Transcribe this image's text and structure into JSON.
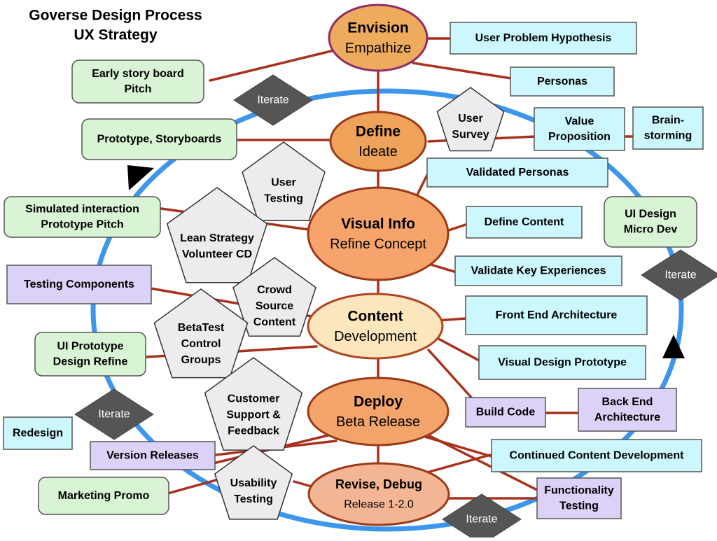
{
  "title": [
    "Goverse Design Process",
    "UX Strategy"
  ],
  "colors": {
    "link": "#a8321e",
    "ring": "#3c96eb",
    "cyan": "#ccf7fd",
    "green": "#d8f4d4",
    "purple": "#dcd1f6",
    "pentagon": "#eeebef",
    "iterate": "#555555"
  },
  "stages": [
    {
      "name": "Envision",
      "sub": "Empathize"
    },
    {
      "name": "Define",
      "sub": "Ideate"
    },
    {
      "name": "Visual Info",
      "sub": "Refine Concept"
    },
    {
      "name": "Content",
      "sub": "Development"
    },
    {
      "name": "Deploy",
      "sub": "Beta Release"
    },
    {
      "name": "Revise, Debug",
      "sub": "Release 1-2.0"
    }
  ],
  "boxes": [
    {
      "lines": [
        "User Problem Hypothesis"
      ]
    },
    {
      "lines": [
        "Personas"
      ]
    },
    {
      "lines": [
        "Value",
        "Proposition"
      ]
    },
    {
      "lines": [
        "Brain-",
        "storming"
      ]
    },
    {
      "lines": [
        "Validated Personas"
      ]
    },
    {
      "lines": [
        "Define Content"
      ]
    },
    {
      "lines": [
        "Validate Key Experiences"
      ]
    },
    {
      "lines": [
        "Front End Architecture"
      ]
    },
    {
      "lines": [
        "Visual Design Prototype"
      ]
    },
    {
      "lines": [
        "Back End",
        "Architecture"
      ]
    },
    {
      "lines": [
        "Build Code"
      ]
    },
    {
      "lines": [
        "Continued Content Development"
      ]
    },
    {
      "lines": [
        "Functionality",
        "Testing"
      ]
    },
    {
      "lines": [
        "Early story board",
        "Pitch"
      ]
    },
    {
      "lines": [
        "Prototype, Storyboards"
      ]
    },
    {
      "lines": [
        "Simulated interaction",
        "Prototype Pitch"
      ]
    },
    {
      "lines": [
        "Testing Components"
      ]
    },
    {
      "lines": [
        "UI Prototype",
        "Design Refine"
      ]
    },
    {
      "lines": [
        "Redesign"
      ]
    },
    {
      "lines": [
        "Version Releases"
      ]
    },
    {
      "lines": [
        "Marketing Promo"
      ]
    },
    {
      "lines": [
        "UI Design",
        "Micro Dev"
      ]
    }
  ],
  "pentagons": [
    {
      "lines": [
        "User",
        "Survey"
      ]
    },
    {
      "lines": [
        "User",
        "Testing"
      ]
    },
    {
      "lines": [
        "Lean Strategy",
        "Volunteer CD"
      ]
    },
    {
      "lines": [
        "Crowd",
        "Source",
        "Content"
      ]
    },
    {
      "lines": [
        "BetaTest",
        "Control",
        "Groups"
      ]
    },
    {
      "lines": [
        "Customer",
        "Support &",
        "Feedback"
      ]
    },
    {
      "lines": [
        "Usability",
        "Testing"
      ]
    }
  ],
  "iterate_label": "Iterate"
}
